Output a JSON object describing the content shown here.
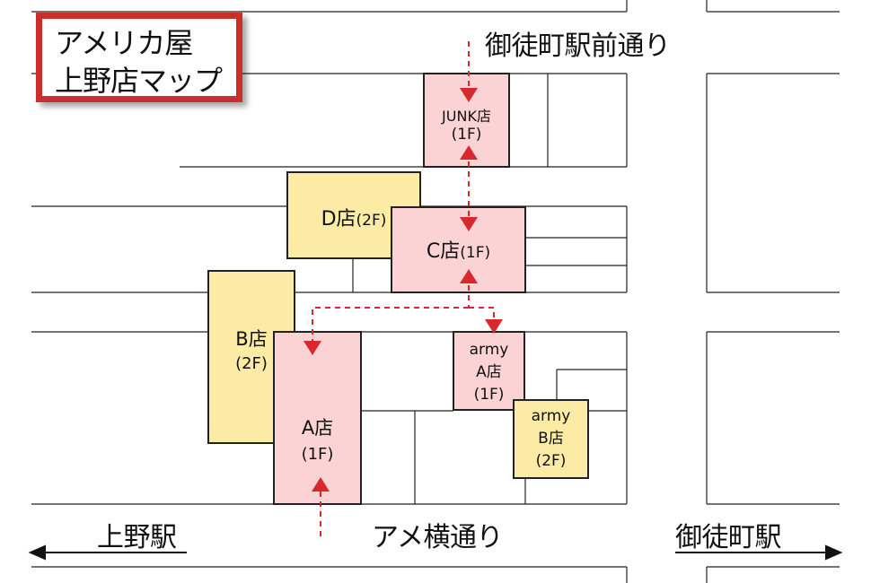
{
  "title": {
    "line1": "アメリカ屋",
    "line2": "上野店マップ"
  },
  "streets": {
    "top": "御徒町駅前通り",
    "bottom": "アメ横通り"
  },
  "stations": {
    "left": "上野駅",
    "right": "御徒町駅"
  },
  "stores": {
    "junk": {
      "name": "JUNK店",
      "floor": "(1F)"
    },
    "d": {
      "name": "D店",
      "floor": "(2F)"
    },
    "c": {
      "name": "C店",
      "floor": "(1F)"
    },
    "b": {
      "name": "B店",
      "floor": "(2F)"
    },
    "a": {
      "name": "A店",
      "floor": "(1F)"
    },
    "army_a": {
      "line1": "army",
      "name": "A店",
      "floor": "(1F)"
    },
    "army_b": {
      "line1": "army",
      "name": "B店",
      "floor": "(2F)"
    }
  },
  "colors": {
    "pink": "#fbd3d5",
    "yellow": "#fbeba5",
    "route": "#d9272e",
    "title_border": "#c9302c"
  }
}
